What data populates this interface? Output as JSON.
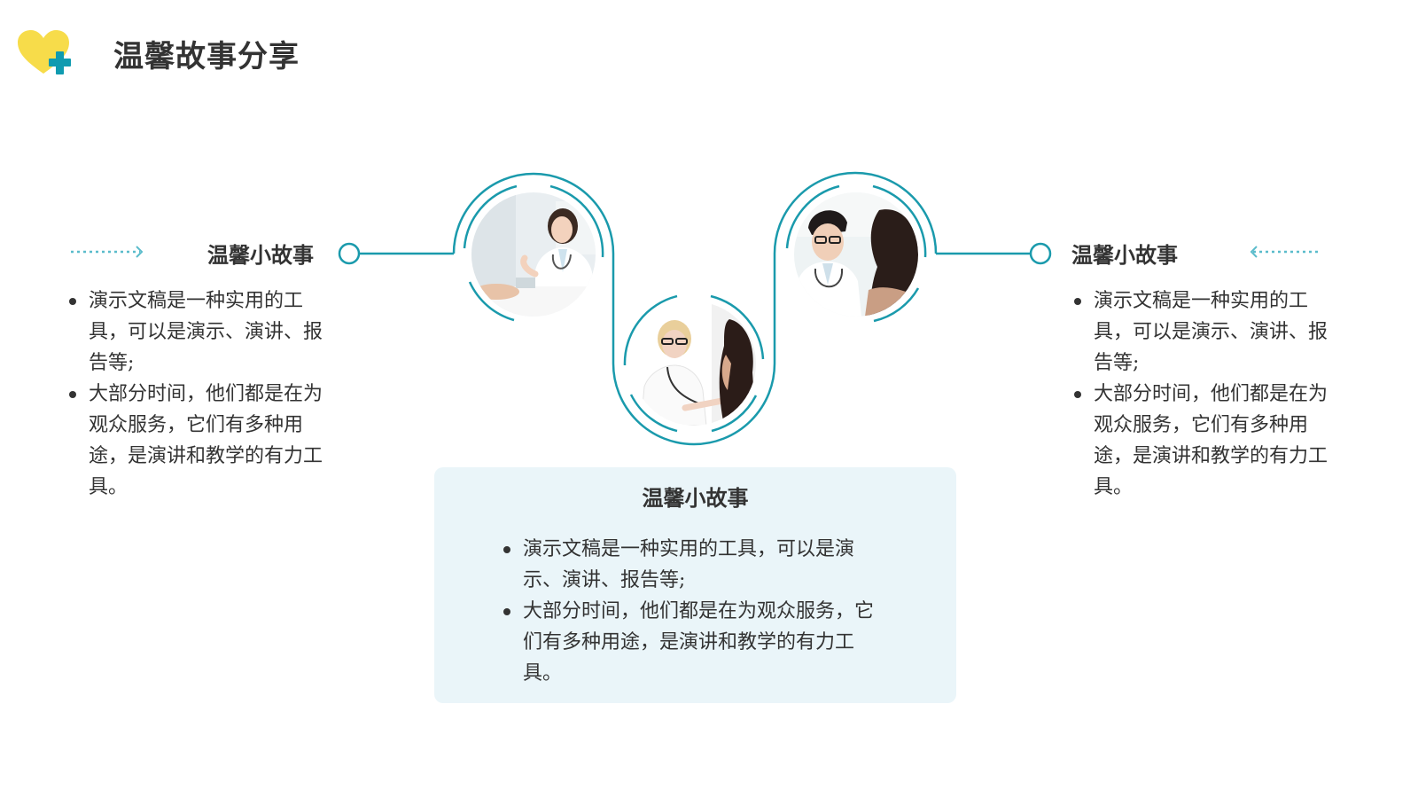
{
  "header": {
    "title": "温馨故事分享",
    "logo_icon": "heart-plus-icon"
  },
  "colors": {
    "accent": "#1a9aac",
    "logo_heart": "#f7dc4a",
    "logo_cross": "#0f9bb0",
    "card_bg": "#eaf5f9",
    "text": "#333333"
  },
  "left_story": {
    "heading": "温馨小故事",
    "bullets": [
      "演示文稿是一种实用的工具，可以是演示、演讲、报告等;",
      "大部分时间，他们都是在为观众服务，它们有多种用途，是演讲和教学的有力工具。"
    ]
  },
  "right_story": {
    "heading": "温馨小故事",
    "bullets": [
      "演示文稿是一种实用的工具，可以是演示、演讲、报告等;",
      "大部分时间，他们都是在为观众服务，它们有多种用途，是演讲和教学的有力工具。"
    ]
  },
  "center_story": {
    "heading": "温馨小故事",
    "bullets": [
      "演示文稿是一种实用的工具，可以是演示、演讲、报告等;",
      "大部分时间，他们都是在为观众服务，它们有多种用途，是演讲和教学的有力工具。"
    ]
  },
  "photos": [
    {
      "icon": "doctor-consultation-photo"
    },
    {
      "icon": "doctor-stethoscope-photo"
    },
    {
      "icon": "male-doctor-photo"
    }
  ]
}
